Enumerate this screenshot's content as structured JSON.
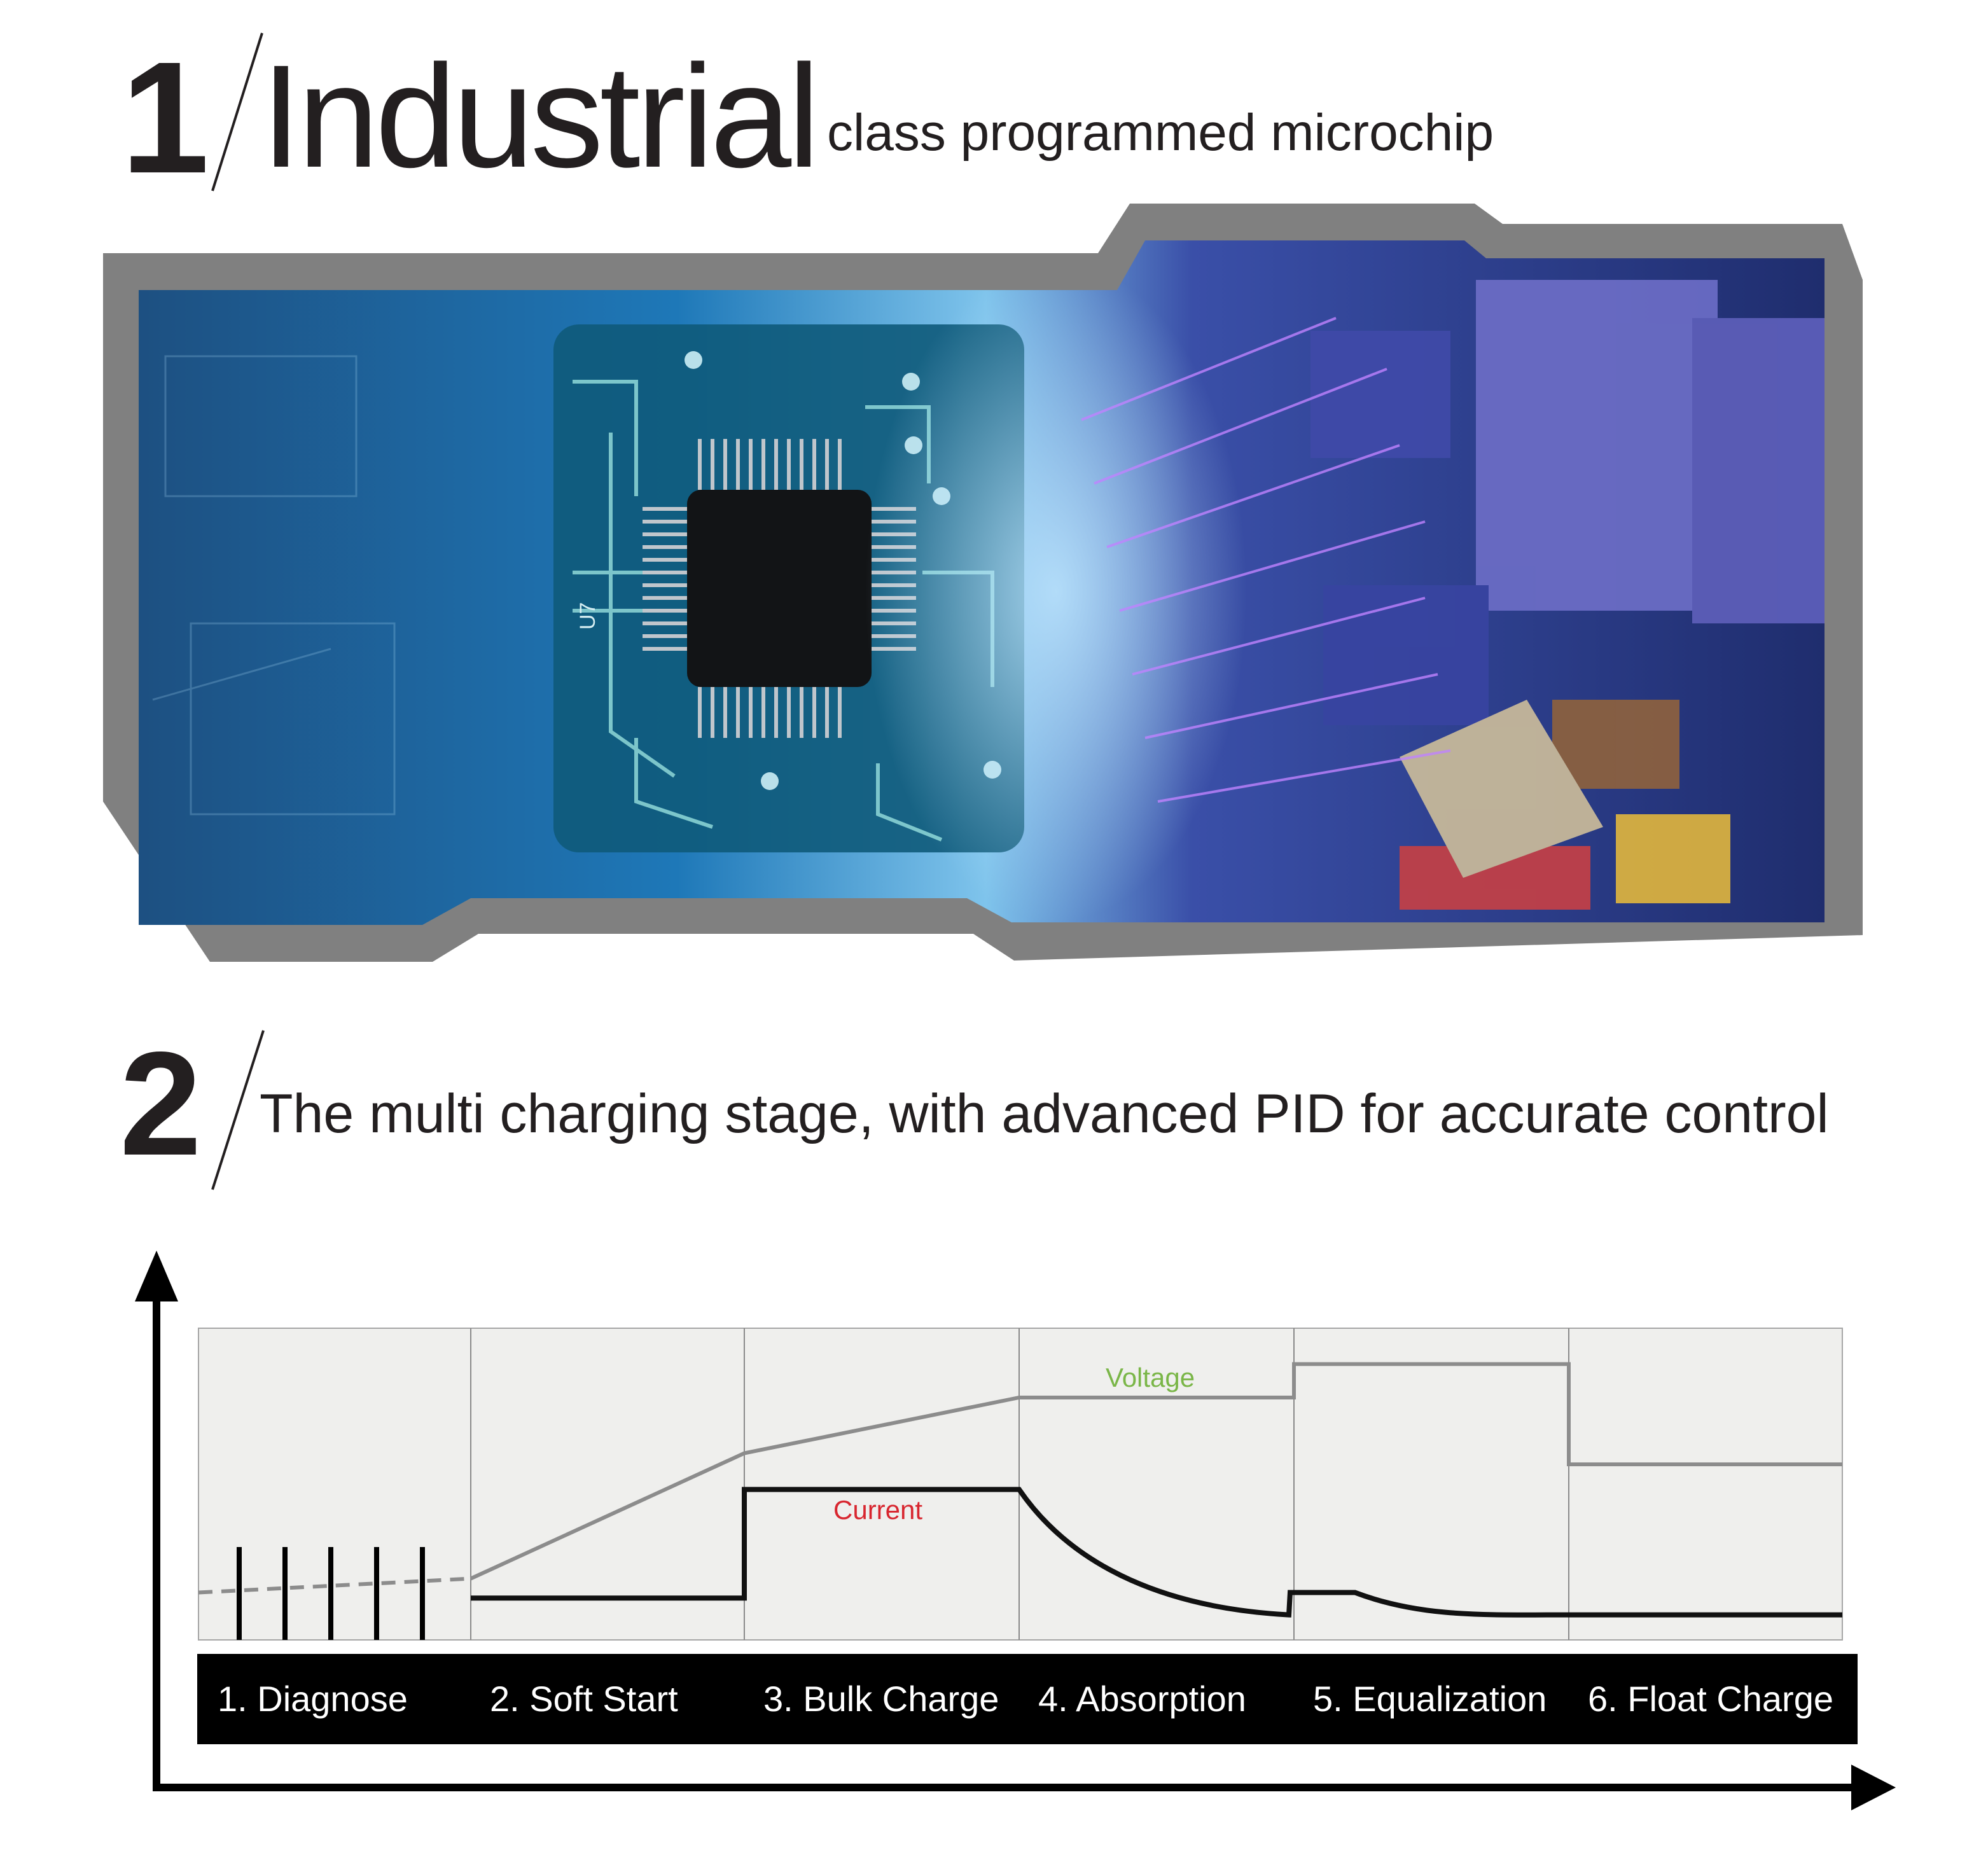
{
  "section1": {
    "number": "1",
    "title": "Industrial",
    "subtitle": "class programmed microchip"
  },
  "section2": {
    "number": "2",
    "title": "The multi charging stage, with advanced PID for accurate control"
  },
  "image": {
    "chip_marking": "U7",
    "colors": {
      "frame": "#808080",
      "circuit_blue": "#1d6fa8",
      "components_purple": "#5a55b0"
    }
  },
  "chart_data": {
    "type": "line",
    "categories": [
      "1. Diagnose",
      "2. Soft Start",
      "3. Bulk Charge",
      "4. Absorption",
      "5. Equalization",
      "6. Float Charge"
    ],
    "series": [
      {
        "name": "Voltage",
        "color": "#7ab648",
        "line_color": "#8c8c8c",
        "points": [
          [
            0,
            0.17
          ],
          [
            1,
            0.22
          ],
          [
            2,
            0.67
          ],
          [
            3,
            0.87
          ],
          [
            3,
            0.87
          ],
          [
            4,
            0.87
          ],
          [
            4,
            0.99
          ],
          [
            5,
            0.99
          ],
          [
            5,
            0.63
          ],
          [
            6,
            0.63
          ]
        ]
      },
      {
        "name": "Current",
        "color": "#d8262f",
        "line_color": "#111111",
        "points": [
          [
            1,
            0.15
          ],
          [
            2,
            0.15
          ],
          [
            2,
            0.54
          ],
          [
            3,
            0.54
          ]
        ]
      }
    ],
    "diagnose_pulses": 5,
    "grid": true
  }
}
